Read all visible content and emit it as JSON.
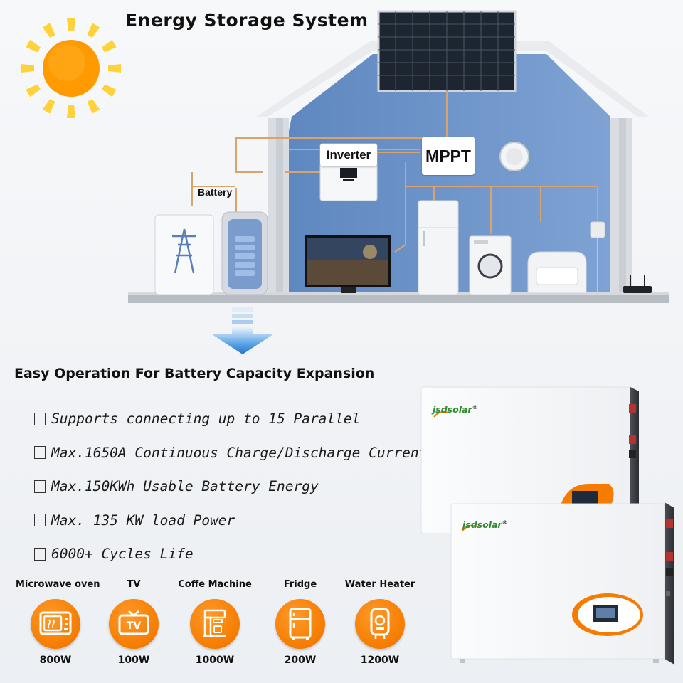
{
  "title": "Energy Storage System",
  "diagram": {
    "inverter_label": "Inverter",
    "mppt_label": "MPPT",
    "battery_label": "Battery"
  },
  "section_title": "Easy Operation For Battery Capacity Expansion",
  "features": [
    "Supports connecting up to 15 Parallel",
    "Max.1650A Continuous Charge/Discharge Current",
    "Max.150KWh Usable Battery Energy",
    "Max. 135 KW load Power",
    "6000+ Cycles Life"
  ],
  "appliances": [
    {
      "name": "Microwave oven",
      "power": "800W",
      "icon": "microwave-icon"
    },
    {
      "name": "TV",
      "power": "100W",
      "icon": "tv-icon"
    },
    {
      "name": "Coffe Machine",
      "power": "1000W",
      "icon": "coffee-machine-icon"
    },
    {
      "name": "Fridge",
      "power": "200W",
      "icon": "fridge-icon"
    },
    {
      "name": "Water Heater",
      "power": "1200W",
      "icon": "water-heater-icon"
    }
  ],
  "products": {
    "brand_top": "jsdsolar",
    "brand_bottom": "jsdsolar",
    "registered": "®"
  },
  "colors": {
    "accent_orange": "#f57c00",
    "house_blue": "#6f95c9",
    "arrow_blue": "#2f7fd0",
    "wire": "#d9a36b"
  }
}
